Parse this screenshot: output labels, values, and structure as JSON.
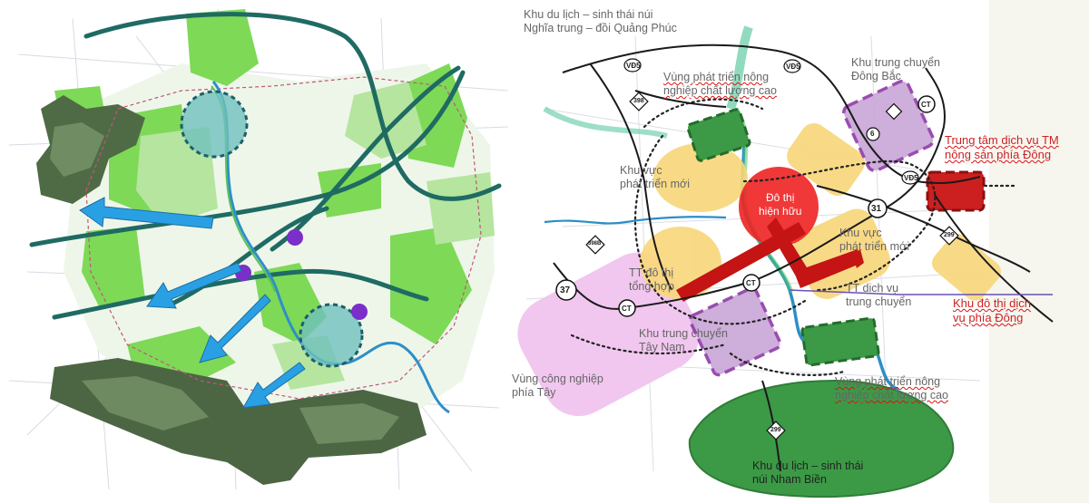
{
  "map_left": {
    "description_free": true
  },
  "map_right": {
    "labels": {
      "eco_tourism_north_l1": "Khu du lịch – sinh thái  núi",
      "eco_tourism_north_l2": "Nghĩa trung – đồi Quảng Phúc",
      "agri_zone_north_l1": "Vùng phát triển nông",
      "agri_zone_north_l2": "nghiệp chất lượng cao",
      "transit_ne_l1": "Khu trung chuyển",
      "transit_ne_l2": "Đông Bắc",
      "trade_center_east_l1": "Trung tâm dịch vụ TM",
      "trade_center_east_l2": "nông sản phía Đông",
      "new_dev_west_l1": "Khu vực",
      "new_dev_west_l2": "phát triển mới",
      "existing_urban_l1": "Đô thị",
      "existing_urban_l2": "hiện hữu",
      "new_dev_east_l1": "Khu vực",
      "new_dev_east_l2": "phát triển mới",
      "urban_center_l1": "TT đô thị",
      "urban_center_l2": "tổng hợp",
      "transit_service_l1": "TT dịch vụ",
      "transit_service_l2": "trung chuyển",
      "east_urban_l1": "Khu đô thị dịch",
      "east_urban_l2": "vụ phía Đông",
      "transit_sw_l1": "Khu trung chuyển",
      "transit_sw_l2": "Tây Nam",
      "industrial_west_l1": "Vùng công nghiệp",
      "industrial_west_l2": "phía Tây",
      "agri_zone_south_l1": "Vùng phát triển nông",
      "agri_zone_south_l2": "nghiệp chất lượng cao",
      "eco_tourism_south_l1": "Khu du lịch – sinh thái",
      "eco_tourism_south_l2": "núi Nham Biền"
    },
    "road_shields": {
      "vd5_a": "VĐ5",
      "vd5_b": "VĐ5",
      "vd5_c": "VĐ5",
      "r398": "398",
      "r398b": "398B",
      "r31": "31",
      "r37": "37",
      "r299": "299",
      "r6": "6",
      "ct_a": "CT",
      "ct_b": "CT",
      "ct_c": "CT",
      "r299b": "299"
    },
    "colors": {
      "existing_urban": "#ee2222",
      "new_development": "#f8d77a",
      "transit_zone": "#c9a6d6",
      "industrial": "#f0c4ee",
      "agriculture": "#3c9a46",
      "trade_center": "#cc1f1f",
      "river": "#2b8ec6"
    }
  }
}
